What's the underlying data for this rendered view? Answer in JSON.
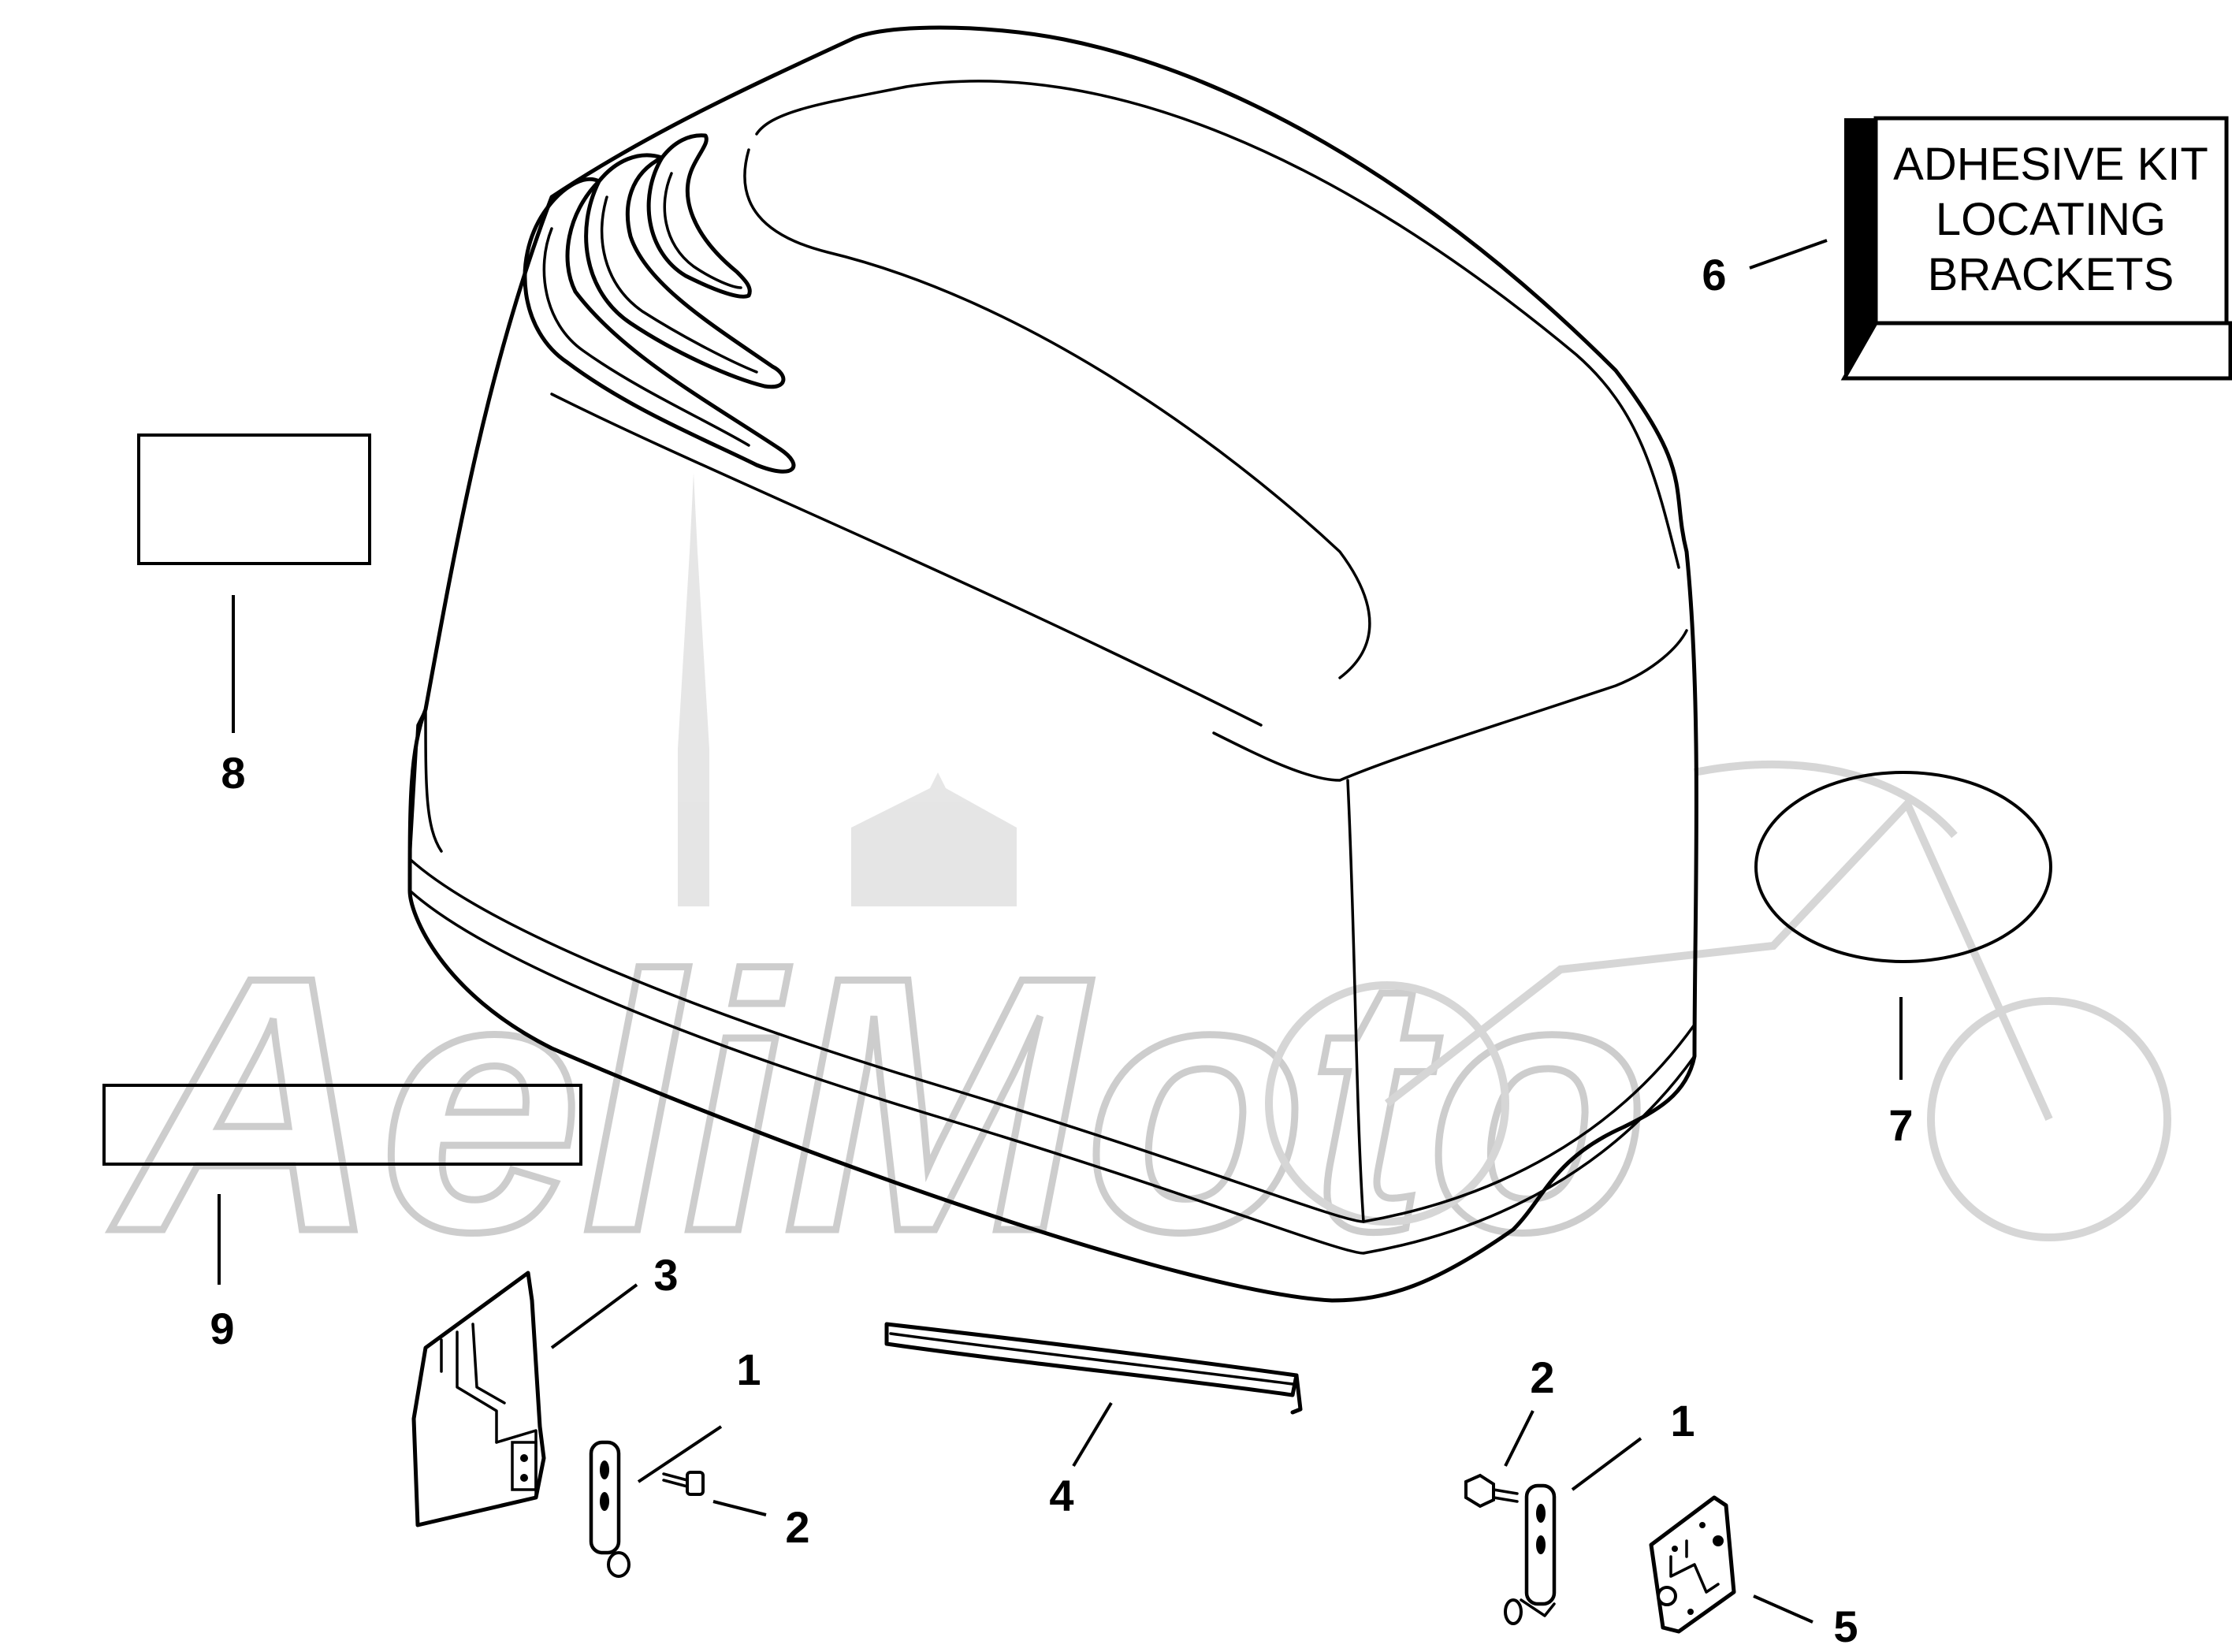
{
  "watermark": {
    "text": "AeliMoto"
  },
  "adhesive_kit_box": {
    "lines": [
      "ADHESIVE KIT",
      "LOCATING",
      "BRACKETS"
    ]
  },
  "callouts": {
    "c1a": "1",
    "c1b": "1",
    "c2a": "2",
    "c2b": "2",
    "c3": "3",
    "c4": "4",
    "c5": "5",
    "c6": "6",
    "c7": "7",
    "c8": "8",
    "c9": "9"
  },
  "colors": {
    "line": "#000000",
    "watermark": "#c8c8c8",
    "background": "#ffffff"
  }
}
